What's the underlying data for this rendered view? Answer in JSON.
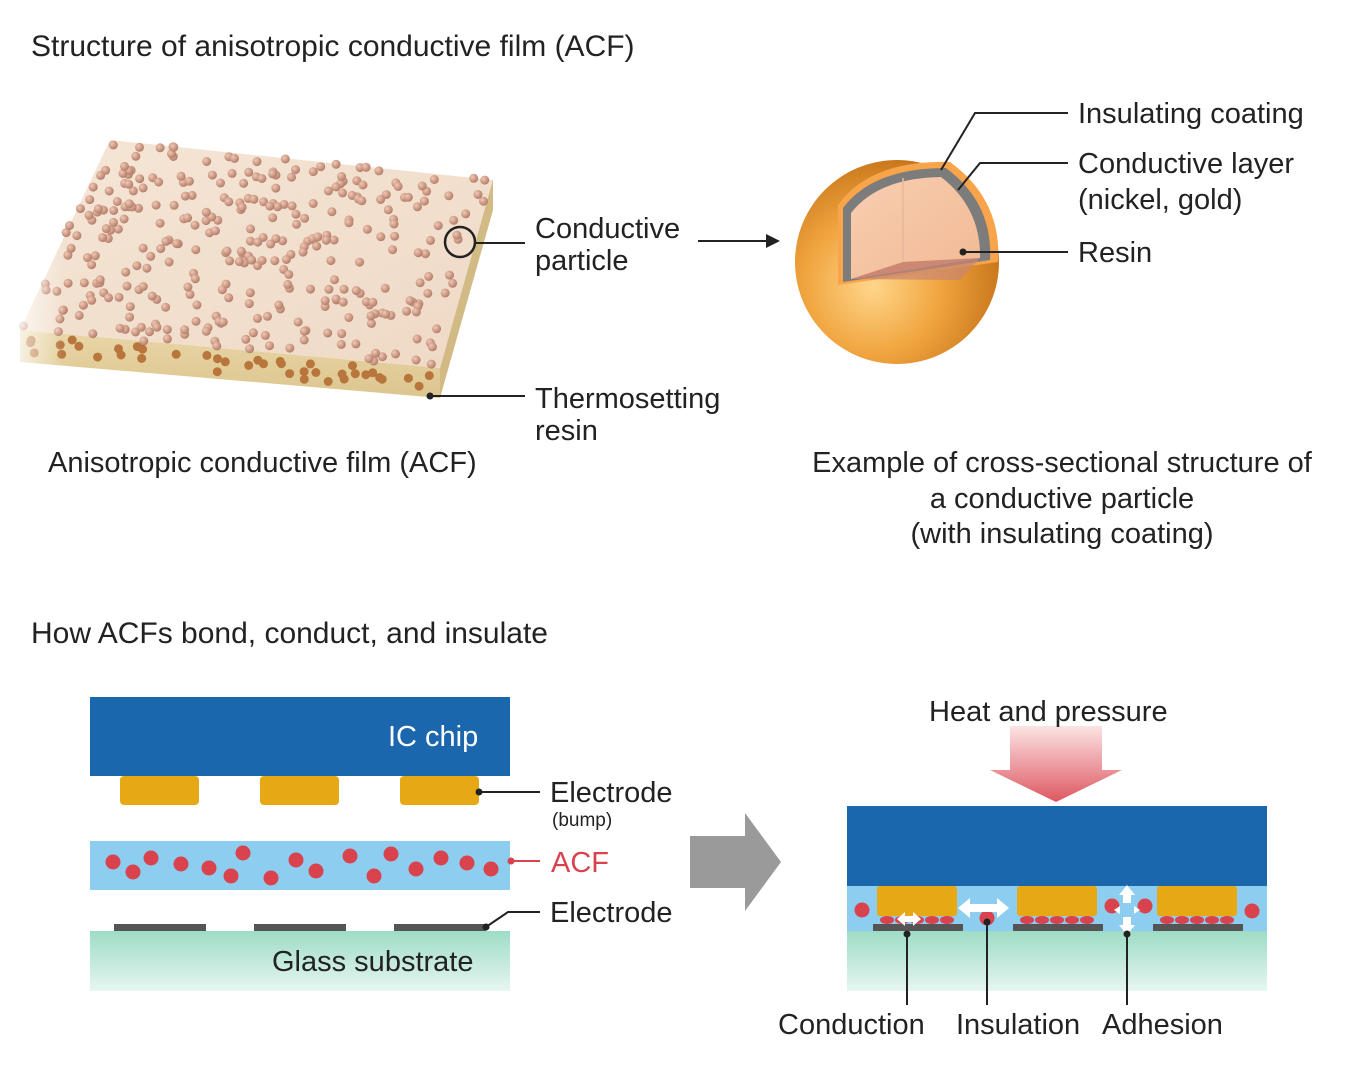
{
  "section1": {
    "title": "Structure of anisotropic conductive film (ACF)",
    "film_caption": "Anisotropic conductive film (ACF)",
    "label_conductive_particle": [
      "Conductive",
      "particle"
    ],
    "label_thermosetting_resin": [
      "Thermosetting",
      "resin"
    ],
    "label_insulating_coating": "Insulating coating",
    "label_conductive_layer": [
      "Conductive layer",
      "(nickel, gold)"
    ],
    "label_resin": "Resin",
    "particle_caption": [
      "Example of cross-sectional structure of",
      "a conductive particle",
      "(with insulating coating)"
    ]
  },
  "section2": {
    "title": "How ACFs bond, conduct, and insulate",
    "ic_chip": "IC chip",
    "electrode_bump": "Electrode",
    "bump_note": "(bump)",
    "acf": "ACF",
    "electrode": "Electrode",
    "glass_substrate": "Glass substrate",
    "heat_pressure": "Heat and pressure",
    "conduction": "Conduction",
    "insulation": "Insulation",
    "adhesion": "Adhesion"
  },
  "colors": {
    "chip_blue": "#1b67ae",
    "bump_gold": "#e6a915",
    "acf_blue": "#8dcdf0",
    "particle_red": "#d9434e",
    "glass_green": "#bfe8d9",
    "electrode_gray": "#555555",
    "arrow_gray": "#9a9a9a"
  }
}
